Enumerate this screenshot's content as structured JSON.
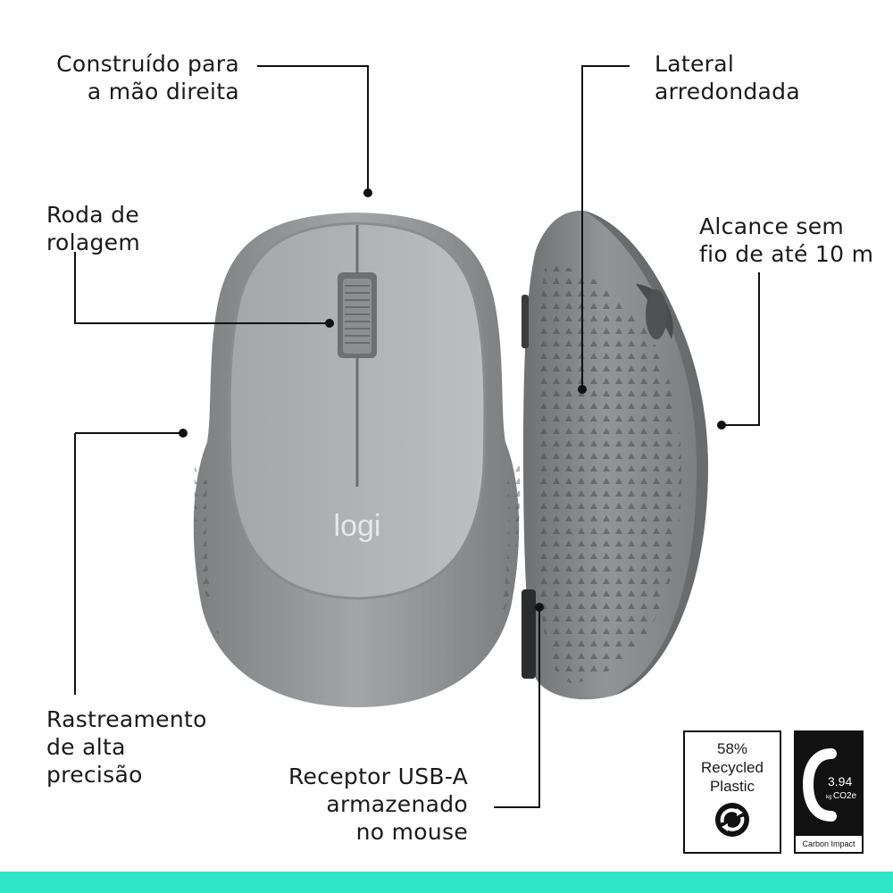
{
  "labels": {
    "right_hand": {
      "line1": "Construído para",
      "line2": "a mão direita"
    },
    "scroll_wheel": {
      "line1": "Roda de",
      "line2": "rolagem"
    },
    "tracking": {
      "line1": "Rastreamento",
      "line2": "de alta",
      "line3": "precisão"
    },
    "receiver": {
      "line1": "Receptor USB-A",
      "line2": "armazenado",
      "line3": "no mouse"
    },
    "rounded_side": {
      "line1": "Lateral",
      "line2": "arredondada"
    },
    "wireless_range": {
      "line1": "Alcance sem",
      "line2": "fio de até 10 m"
    }
  },
  "product": {
    "brand_logo": "logi",
    "color": "#9a9b9d"
  },
  "badges": {
    "recycled": {
      "percent": "58%",
      "line1": "Recycled",
      "line2": "Plastic",
      "icon": "recycle-arrows-icon"
    },
    "carbon": {
      "value": "3.94",
      "unit_prefix": "kg",
      "unit": "CO2e",
      "caption": "Carbon Impact",
      "icon": "carbon-c-icon"
    }
  },
  "colors": {
    "accent_bar": "#2fe6c8",
    "mouse_body": "#9a9b9d",
    "text": "#1a1a1a"
  }
}
